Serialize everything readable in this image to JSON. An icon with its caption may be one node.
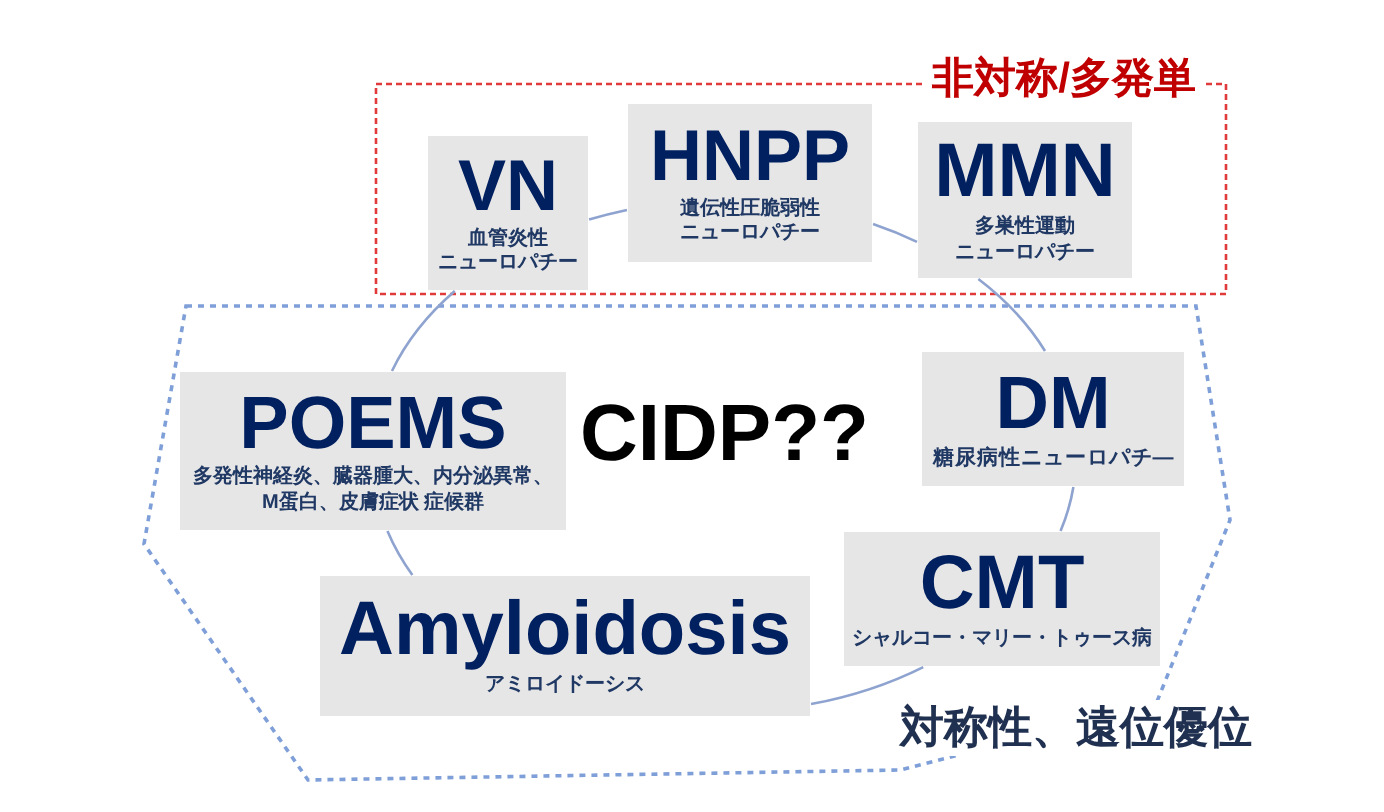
{
  "diagram": {
    "nodes": [
      {
        "text": [
          "非対称/多発単"
        ]
      },
      {
        "text": [
          "VN",
          "血管炎性ニューロパチー"
        ],
        "in": 0
      },
      {
        "text": [
          "HNPP",
          "遺伝性圧脆弱性ニューロパチー"
        ],
        "in": 0
      },
      {
        "text": [
          "MMN",
          "多巣性運動ニューロパチー"
        ],
        "in": 0
      },
      {
        "text": [
          "対称性、遠位優位"
        ]
      },
      {
        "text": [
          "POEMS",
          "多発性神経炎、臓器腫大、内分泌異常、M蛋白、皮膚症状 症候群"
        ],
        "in": 4
      },
      {
        "text": [
          "DM",
          "糖尿病性ニューロパチ—"
        ],
        "in": 4
      },
      {
        "text": [
          "CMT",
          "シャルコー・マリー・トゥース病"
        ],
        "in": 4
      },
      {
        "text": [
          "Amyloidosis",
          "アミロイドーシス"
        ],
        "in": 4
      }
    ],
    "edges": [
      {
        "from": 1,
        "to": 2,
        "arrow": "none"
      },
      {
        "from": 2,
        "to": 3,
        "arrow": "none"
      },
      {
        "from": 3,
        "to": 6,
        "arrow": "none"
      },
      {
        "from": 6,
        "to": 7,
        "arrow": "none"
      },
      {
        "from": 7,
        "to": 8,
        "arrow": "none"
      },
      {
        "from": 8,
        "to": 5,
        "arrow": "none"
      },
      {
        "from": 5,
        "to": 1,
        "arrow": "none"
      }
    ],
    "labels": [
      "CIDP??"
    ]
  }
}
